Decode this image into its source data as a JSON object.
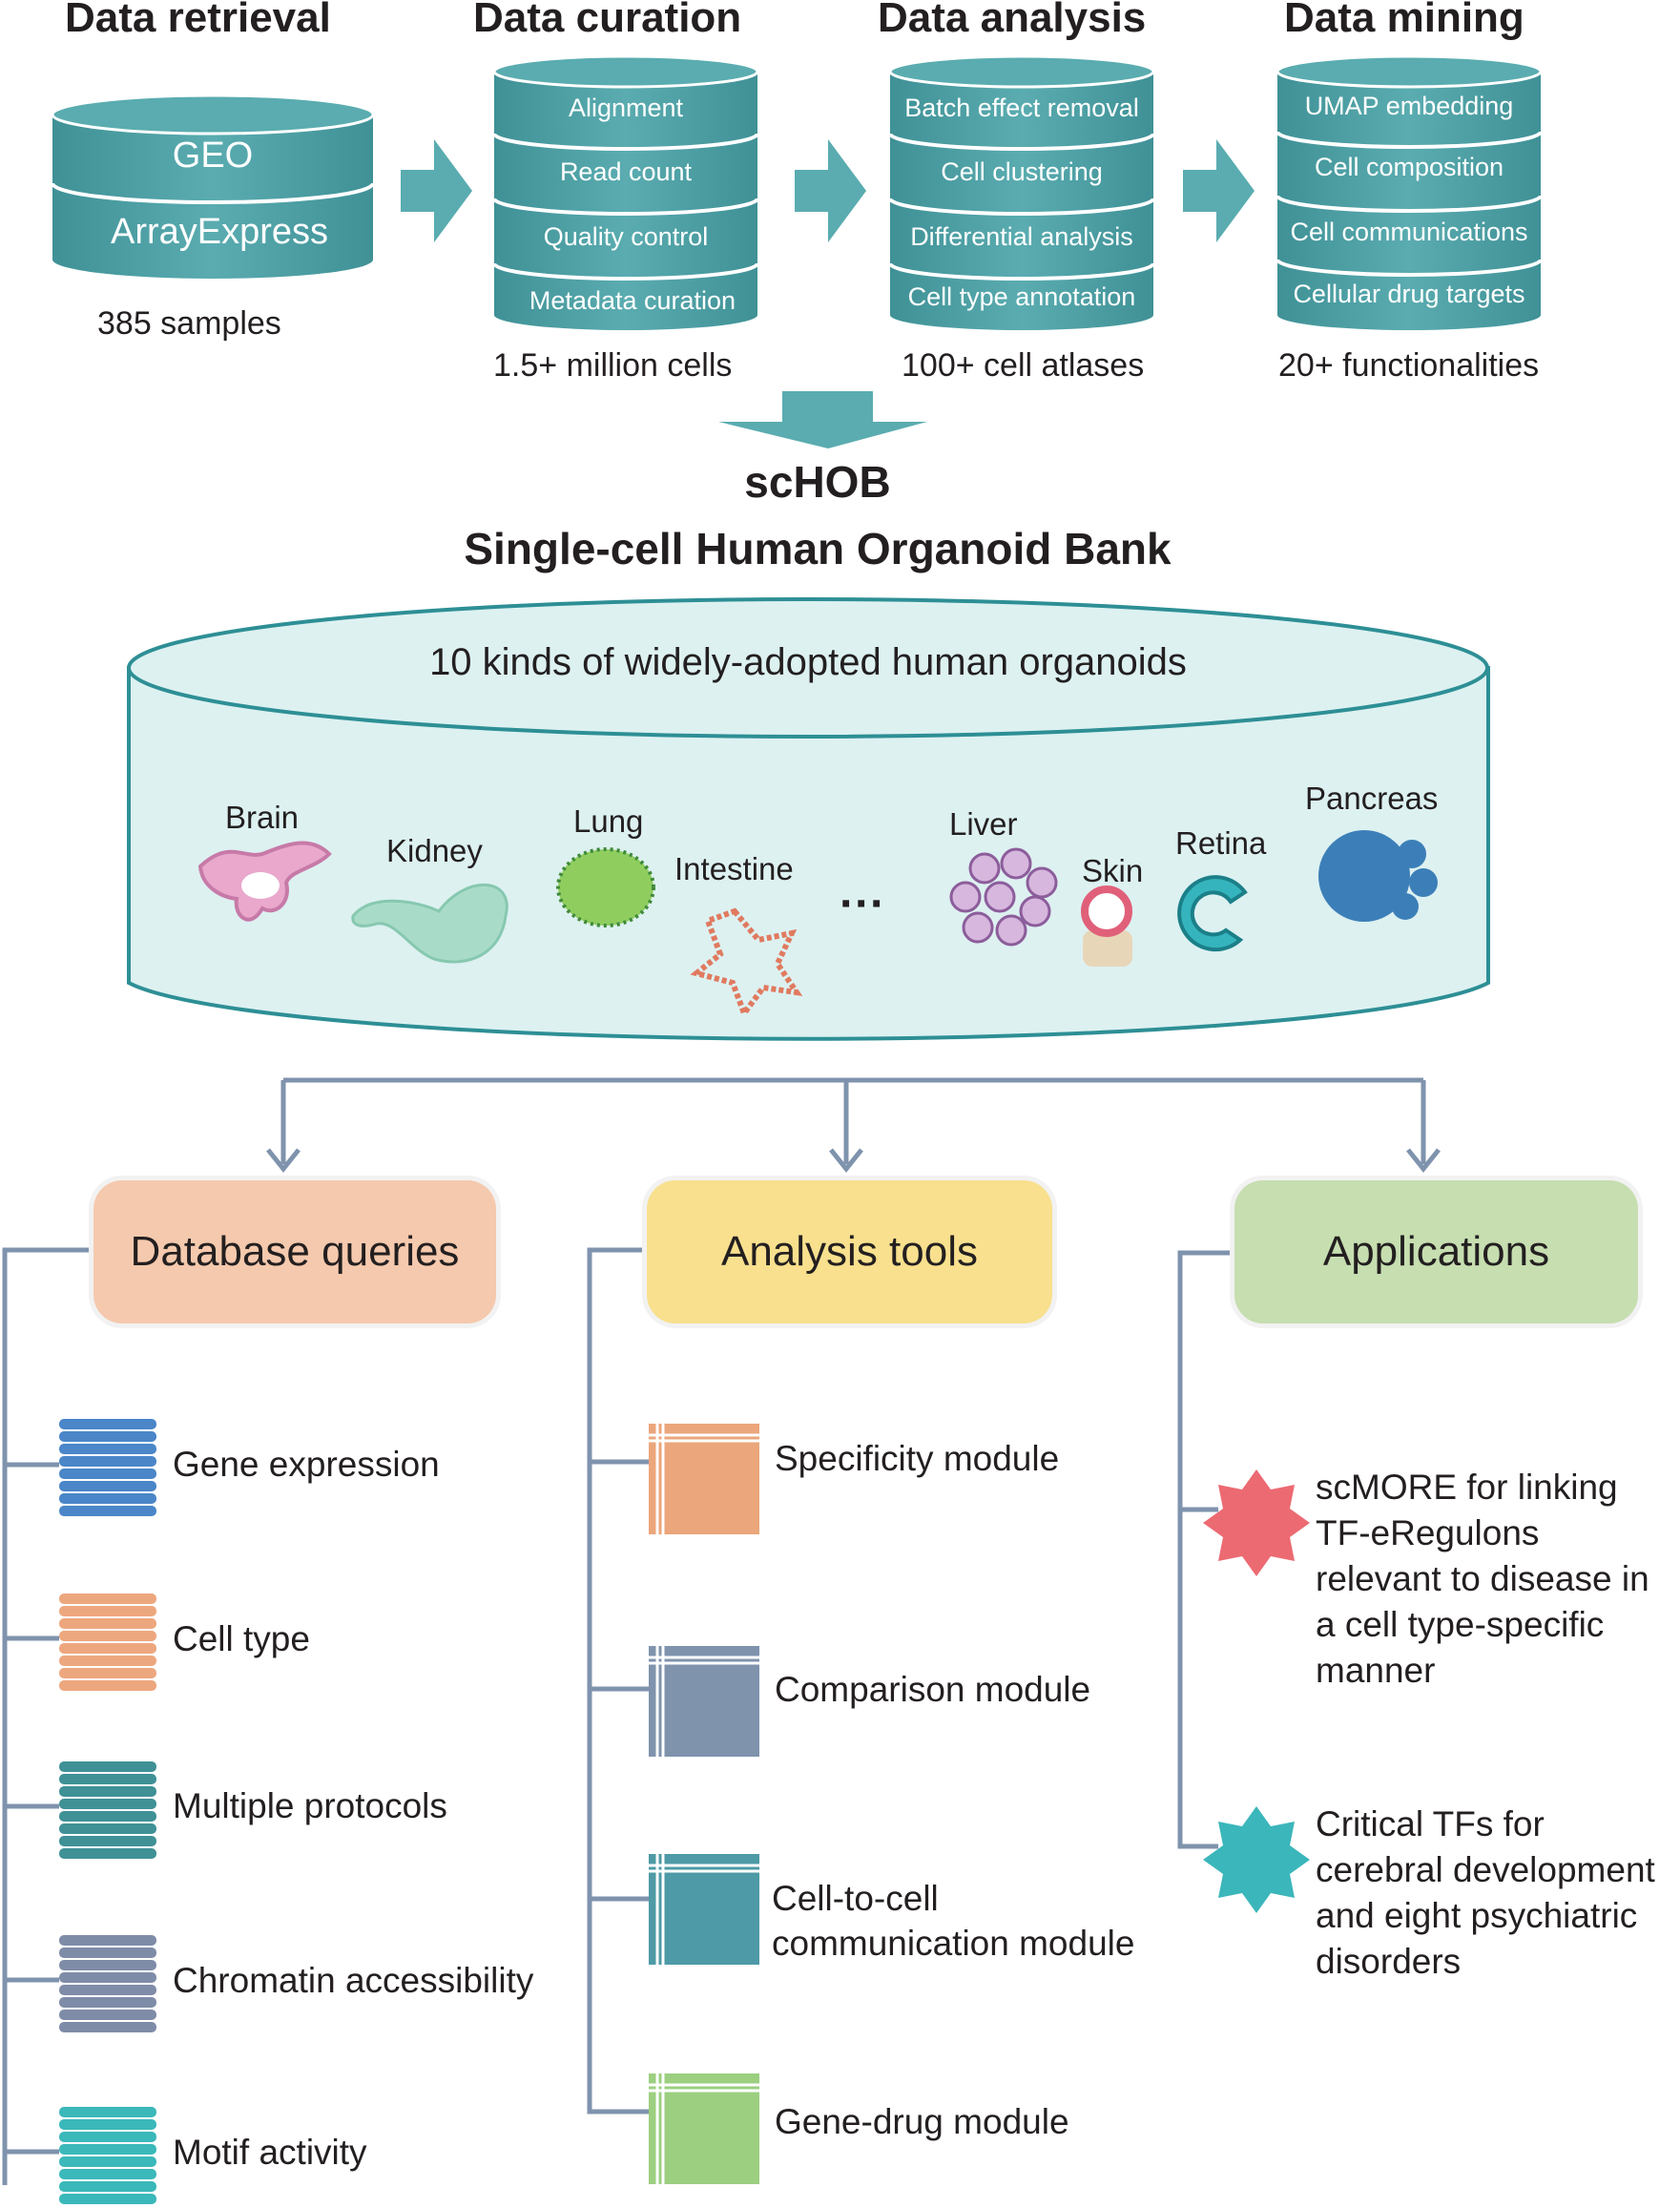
{
  "pipeline": {
    "retrieval": {
      "title": "Data retrieval",
      "sources": [
        "GEO",
        "ArrayExpress"
      ],
      "stat": "385 samples"
    },
    "curation": {
      "title": "Data curation",
      "steps": [
        "Alignment",
        "Read count",
        "Quality control",
        "Metadata curation"
      ],
      "stat": "1.5+ million cells"
    },
    "analysis": {
      "title": "Data analysis",
      "steps": [
        "Batch effect removal",
        "Cell clustering",
        "Differential analysis",
        "Cell type annotation"
      ],
      "stat": "100+ cell atlases"
    },
    "mining": {
      "title": "Data mining",
      "steps": [
        "UMAP embedding",
        "Cell composition",
        "Cell communications",
        "Cellular drug targets"
      ],
      "stat": "20+ functionalities"
    }
  },
  "schob": {
    "name": "scHOB",
    "full_name": "Single-cell Human Organoid Bank",
    "tagline": "10 kinds of widely-adopted human organoids",
    "organoids": [
      "Brain",
      "Kidney",
      "Lung",
      "Intestine",
      "Liver",
      "Skin",
      "Retina",
      "Pancreas"
    ],
    "ellipsis": "···"
  },
  "modules": {
    "queries": {
      "title": "Database queries",
      "items": [
        "Gene expression",
        "Cell type",
        "Multiple protocols",
        "Chromatin accessibility",
        "Motif activity"
      ]
    },
    "tools": {
      "title": "Analysis tools",
      "items": [
        "Specificity module",
        "Comparison module",
        "Cell-to-cell",
        "communication module",
        "Gene-drug module"
      ]
    },
    "applications": {
      "title": "Applications",
      "items": [
        [
          "scMORE for linking",
          "TF-eRegulons",
          "relevant to disease in",
          "a cell type-specific",
          "manner"
        ],
        [
          "Critical TFs for",
          "cerebral development",
          "and eight psychiatric",
          "disorders"
        ]
      ]
    }
  },
  "colors": {
    "teal": "#4a9fa3",
    "queries_box": "#f5c9ad",
    "tools_box": "#f8e08e",
    "applications_box": "#c6deb0",
    "connector": "#7f93ad"
  }
}
